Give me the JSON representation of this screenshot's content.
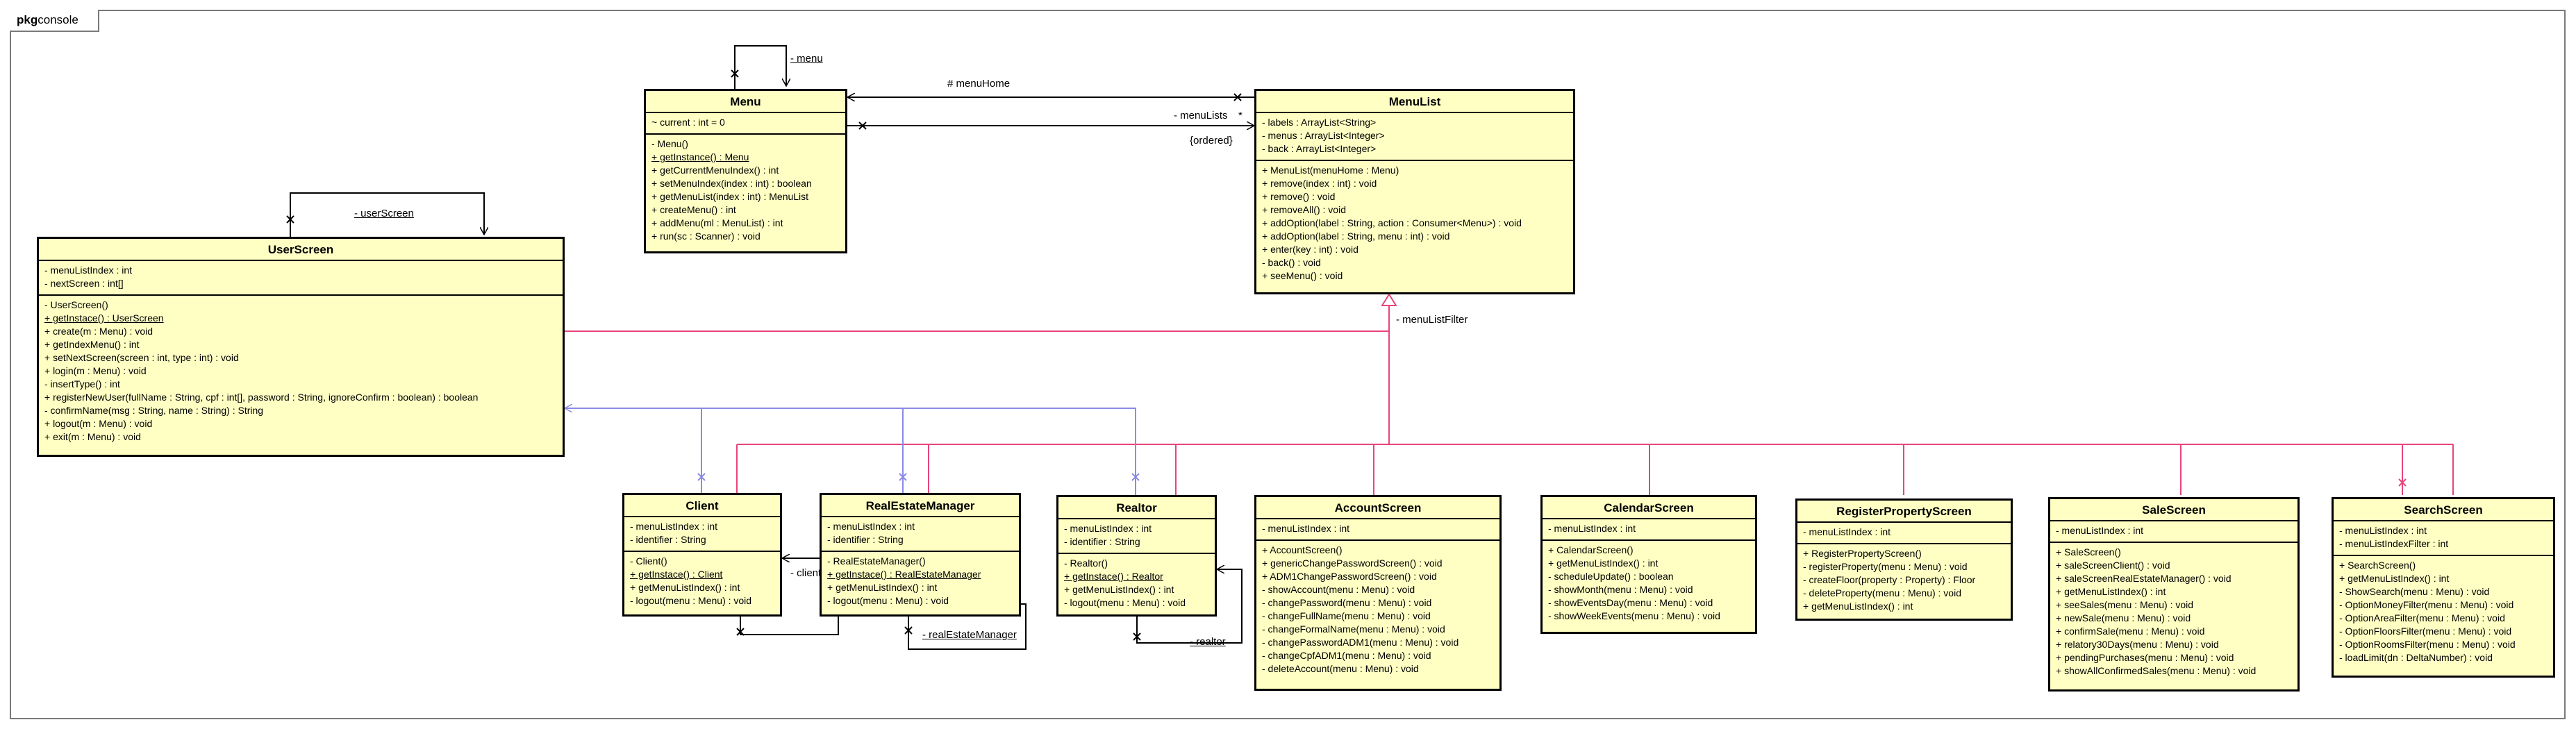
{
  "package": {
    "keyword": "pkg",
    "name": "console"
  },
  "colors": {
    "fill": "#ffffc4",
    "generalization": "#e8457a",
    "dependency": "#8a8ae6",
    "association": "#000000"
  },
  "labels": {
    "menu_self": "- menu",
    "menu_home": "# menuHome",
    "menu_lists": "- menuLists",
    "multiplicity": "*",
    "ordered": "{ordered}",
    "user_screen_self": "- userScreen",
    "menu_list_filter": "- menuListFilter",
    "client": "- client",
    "real_estate_manager": "- realEstateManager",
    "realtor": "- realtor"
  },
  "classes": {
    "menu": {
      "name": "Menu",
      "attributes": [
        "~ current : int = 0"
      ],
      "operations": [
        "- Menu()",
        "+ getInstance() : Menu",
        "+ getCurrentMenuIndex() : int",
        "+ setMenuIndex(index : int) : boolean",
        "+ getMenuList(index : int) : MenuList",
        "+ createMenu() : int",
        "+ addMenu(ml : MenuList) : int",
        "+ run(sc : Scanner) : void"
      ]
    },
    "menulist": {
      "name": "MenuList",
      "attributes": [
        "- labels : ArrayList<String>",
        "- menus : ArrayList<Integer>",
        "- back : ArrayList<Integer>"
      ],
      "operations": [
        "+ MenuList(menuHome : Menu)",
        "+ remove(index : int) : void",
        "+ remove() : void",
        "+ removeAll() : void",
        "+ addOption(label : String, action : Consumer<Menu>) : void",
        "+ addOption(label : String, menu : int) : void",
        "+ enter(key : int) : void",
        "- back() : void",
        "+ seeMenu() : void"
      ]
    },
    "userscreen": {
      "name": "UserScreen",
      "attributes": [
        "- menuListIndex : int",
        "- nextScreen : int[]"
      ],
      "operations": [
        "- UserScreen()",
        "+ getInstace() : UserScreen",
        "+ create(m : Menu) : void",
        "+ getIndexMenu() : int",
        "+ setNextScreen(screen : int, type : int) : void",
        "+ login(m : Menu) : void",
        "- insertType() : int",
        "+ registerNewUser(fullName : String, cpf : int[], password : String, ignoreConfirm : boolean) : boolean",
        "- confirmName(msg : String, name : String) : String",
        "+ logout(m : Menu) : void",
        "+ exit(m : Menu) : void"
      ]
    },
    "client": {
      "name": "Client",
      "attributes": [
        "- menuListIndex : int",
        "- identifier : String"
      ],
      "operations": [
        "- Client()",
        "+ getInstace() : Client",
        "+ getMenuListIndex() : int",
        "- logout(menu : Menu) : void"
      ]
    },
    "rem": {
      "name": "RealEstateManager",
      "attributes": [
        "- menuListIndex : int",
        "- identifier : String"
      ],
      "operations": [
        "- RealEstateManager()",
        "+ getInstace() : RealEstateManager",
        "+ getMenuListIndex() : int",
        "- logout(menu : Menu) : void"
      ]
    },
    "realtor": {
      "name": "Realtor",
      "attributes": [
        "- menuListIndex : int",
        "- identifier : String"
      ],
      "operations": [
        "- Realtor()",
        "+ getInstace() : Realtor",
        "+ getMenuListIndex() : int",
        "- logout(menu : Menu) : void"
      ]
    },
    "account": {
      "name": "AccountScreen",
      "attributes": [
        "- menuListIndex : int"
      ],
      "operations": [
        "+ AccountScreen()",
        "+ genericChangePasswordScreen() : void",
        "+ ADM1ChangePasswordScreen() : void",
        "- showAccount(menu : Menu) : void",
        "- changePassword(menu : Menu) : void",
        "- changeFullName(menu : Menu) : void",
        "- changeFormalName(menu : Menu) : void",
        "- changePasswordADM1(menu : Menu) : void",
        "- changeCpfADM1(menu : Menu) : void",
        "- deleteAccount(menu : Menu) : void"
      ]
    },
    "calendar": {
      "name": "CalendarScreen",
      "attributes": [
        "- menuListIndex : int"
      ],
      "operations": [
        "+ CalendarScreen()",
        "+ getMenuListIndex() : int",
        "- scheduleUpdate() : boolean",
        "- showMonth(menu : Menu) : void",
        "- showEventsDay(menu : Menu) : void",
        "- showWeekEvents(menu : Menu) : void"
      ]
    },
    "register": {
      "name": "RegisterPropertyScreen",
      "attributes": [
        "- menuListIndex : int"
      ],
      "operations": [
        "+ RegisterPropertyScreen()",
        "- registerProperty(menu : Menu) : void",
        "- createFloor(property : Property) : Floor",
        "- deleteProperty(menu : Menu) : void",
        "+ getMenuListIndex() : int"
      ]
    },
    "sale": {
      "name": "SaleScreen",
      "attributes": [
        "- menuListIndex : int"
      ],
      "operations": [
        "+ SaleScreen()",
        "+ saleScreenClient() : void",
        "+ saleScreenRealEstateManager() : void",
        "+ getMenuListIndex() : int",
        "+ seeSales(menu : Menu) : void",
        "+ newSale(menu : Menu) : void",
        "+ confirmSale(menu : Menu) : void",
        "+ relatory30Days(menu : Menu) : void",
        "+ pendingPurchases(menu : Menu) : void",
        "+ showAllConfirmedSales(menu : Menu) : void"
      ]
    },
    "search": {
      "name": "SearchScreen",
      "attributes": [
        "- menuListIndex : int",
        "- menuListIndexFilter : int"
      ],
      "operations": [
        "+ SearchScreen()",
        "+ getMenuListIndex() : int",
        "- ShowSearch(menu : Menu) : void",
        "- OptionMoneyFilter(menu : Menu) : void",
        "- OptionAreaFilter(menu : Menu) : void",
        "- OptionFloorsFilter(menu : Menu) : void",
        "- OptionRoomsFilter(menu : Menu) : void",
        "- loadLimit(dn : DeltaNumber) : void"
      ]
    }
  }
}
